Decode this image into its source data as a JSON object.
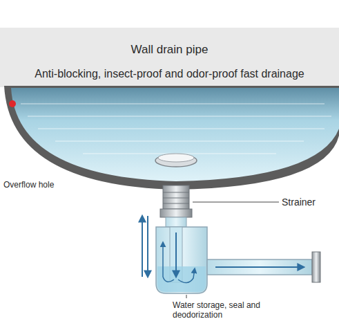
{
  "diagram": {
    "title": "Wall drain pipe",
    "labels": [
      "Anti-blocking, insect-proof and odor-proof fast drainage",
      "Overflow hole",
      "Strainer",
      "Water storage, seal and deodorization"
    ]
  }
}
